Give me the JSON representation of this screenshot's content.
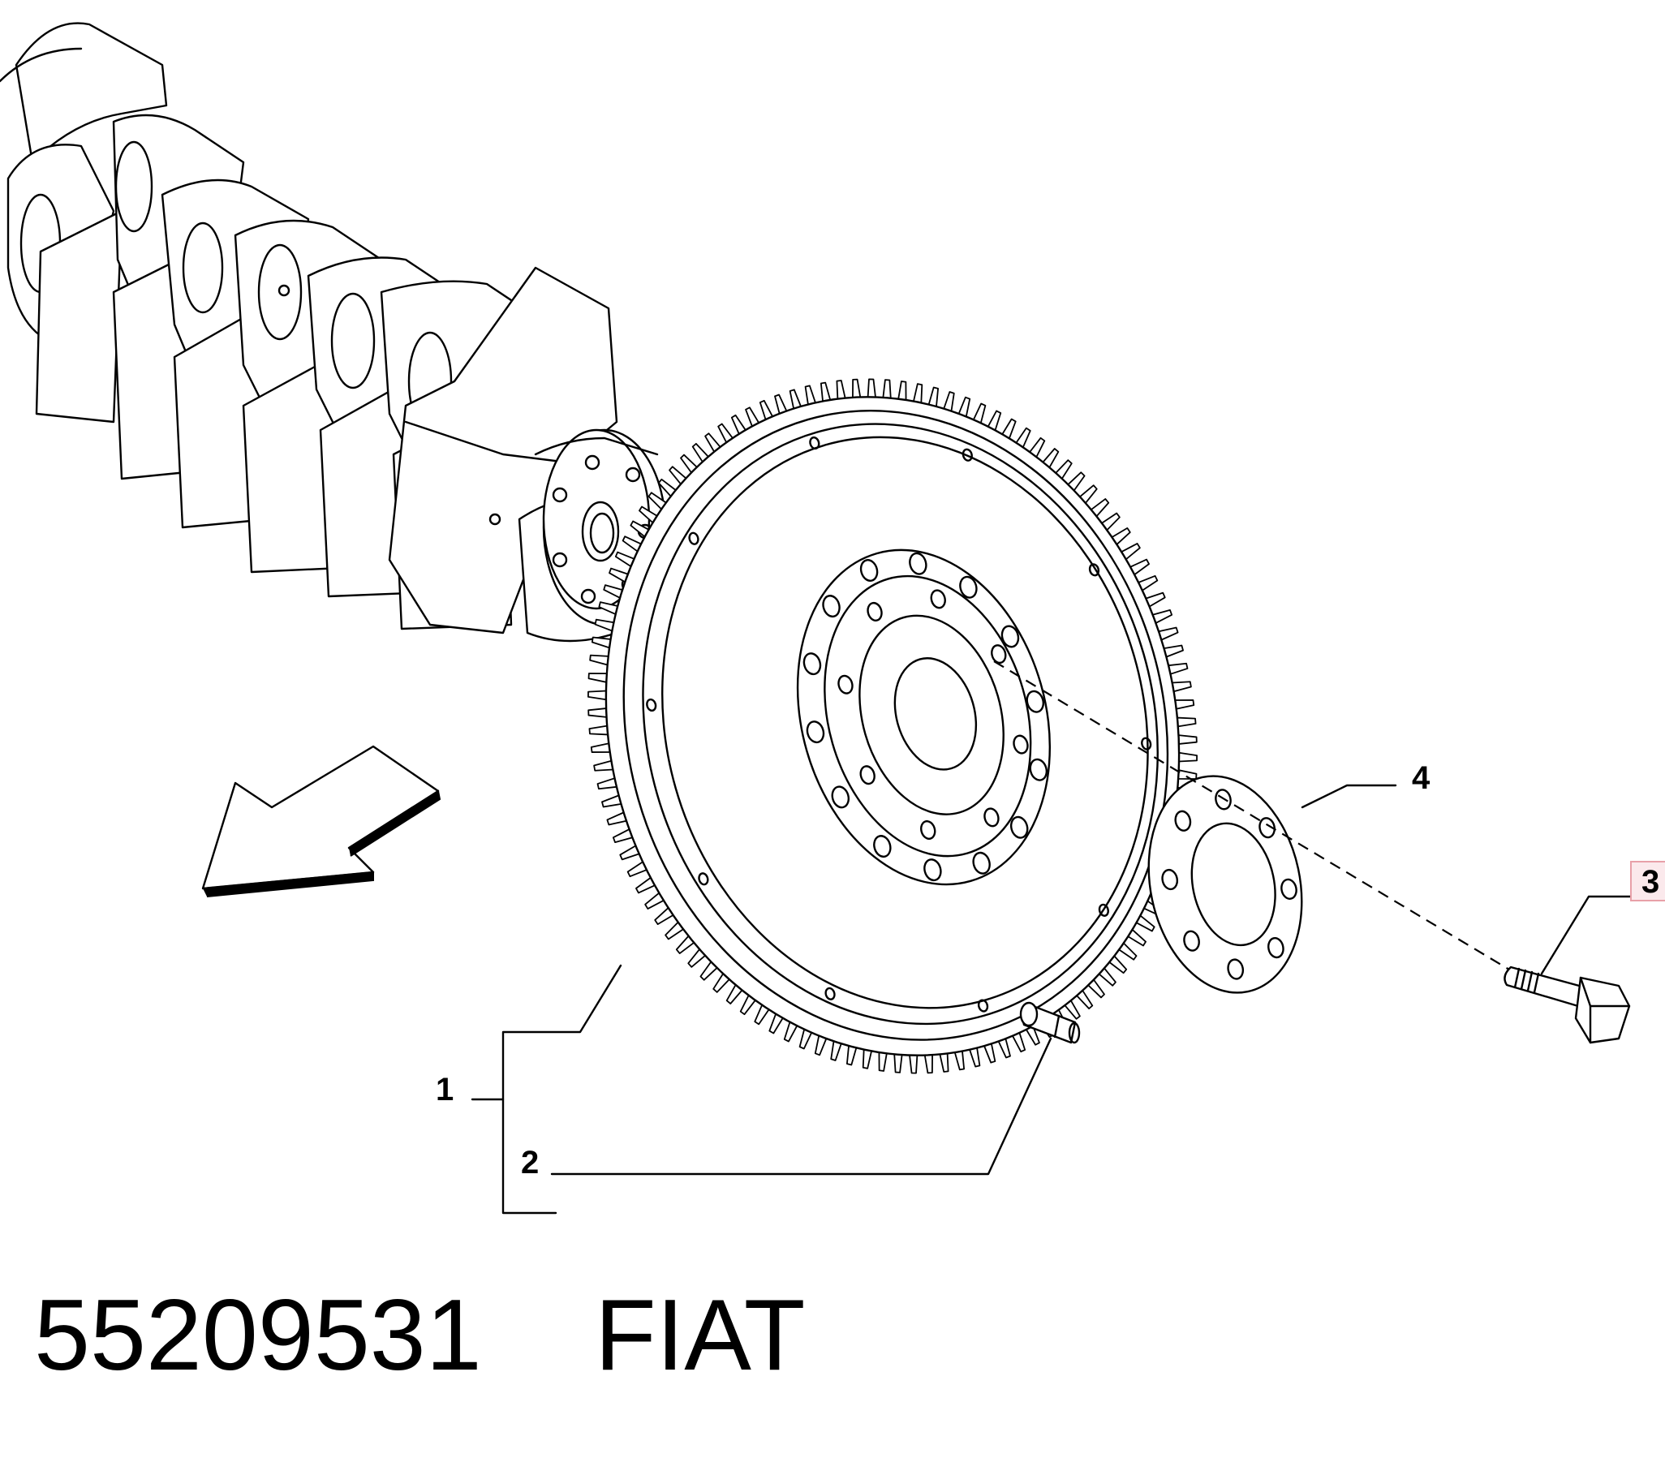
{
  "callouts": {
    "c1": "1",
    "c2": "2",
    "c3": "3",
    "c4": "4"
  },
  "caption": {
    "part_number": "55209531",
    "brand": "FIAT"
  },
  "colors": {
    "line": "#000000",
    "highlight_box": "#e8a0a8",
    "highlight_fill": "#fbe9ec"
  }
}
